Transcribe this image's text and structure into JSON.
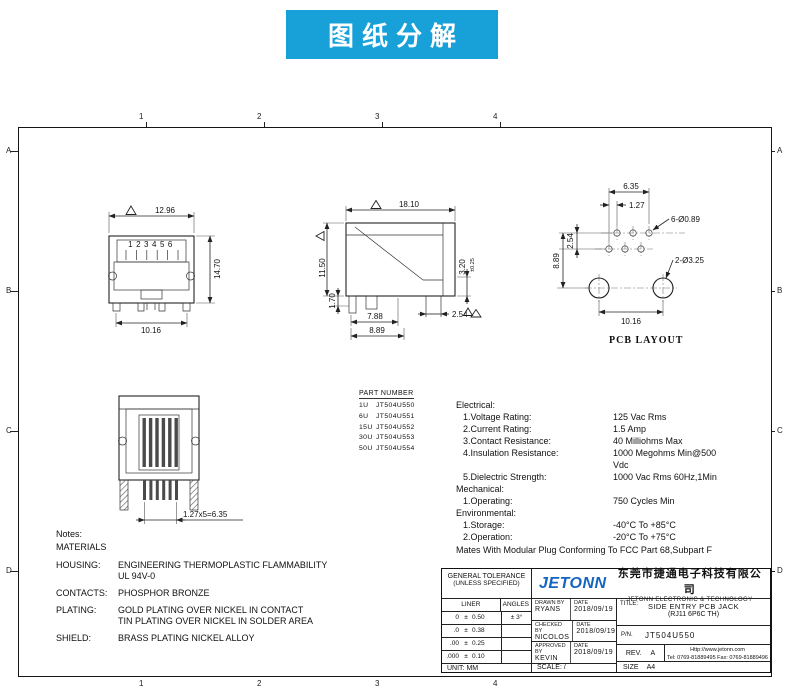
{
  "banner": {
    "title": "图纸分解",
    "bg": "#18a0d8"
  },
  "zones": {
    "cols": [
      "1",
      "2",
      "3",
      "4"
    ],
    "rows": [
      "A",
      "B",
      "C",
      "D"
    ]
  },
  "front_view": {
    "pin_numbers": "123456",
    "dim_width_top": "12.96",
    "dim_height": "14.70",
    "dim_width_bottom": "10.16"
  },
  "side_view": {
    "dim_width_top": "18.10",
    "dim_height_left": "11.50",
    "dim_right": "3.20",
    "dim_right_tol": "±0.25",
    "dim_leg": "1.70",
    "dim_span_a": "7.88",
    "dim_span_b": "2.54",
    "dim_span_c": "8.89"
  },
  "pcb_view": {
    "label": "PCB LAYOUT",
    "dim_span": "6.35",
    "dim_pitch": "1.27",
    "dim_row_gap": "2.54",
    "dim_height": "8.89",
    "dim_big_span": "10.16",
    "callout_small": "6-Ø0.89",
    "callout_big": "2-Ø3.25"
  },
  "bottom_view": {
    "dim_pitch_total": "1.27x5=6.35"
  },
  "part_table": {
    "header": "PART NUMBER",
    "rows": [
      {
        "plating": "1U",
        "pn": "JT504U550"
      },
      {
        "plating": "6U",
        "pn": "JT504U551"
      },
      {
        "plating": "15U",
        "pn": "JT504U552"
      },
      {
        "plating": "30U",
        "pn": "JT504U553"
      },
      {
        "plating": "50U",
        "pn": "JT504U554"
      }
    ]
  },
  "specs": {
    "electrical_title": "Electrical:",
    "electrical": [
      {
        "label": "1.Voltage Rating:",
        "value": "125 Vac Rms"
      },
      {
        "label": "2.Current Rating:",
        "value": "1.5 Amp"
      },
      {
        "label": "3.Contact Resistance:",
        "value": "40 Milliohms Max"
      },
      {
        "label": "4.Insulation Resistance:",
        "value": "1000 Megohms Min@500 Vdc"
      },
      {
        "label": "5.Dielectric Strength:",
        "value": "1000 Vac Rms 60Hz,1Min"
      }
    ],
    "mechanical_title": "Mechanical:",
    "mechanical": [
      {
        "label": "1.Operating:",
        "value": "750 Cycles Min"
      }
    ],
    "environmental_title": "Environmental:",
    "environmental": [
      {
        "label": "1.Storage:",
        "value": "-40°C To +85°C"
      },
      {
        "label": "2.Operation:",
        "value": "-20°C To +75°C"
      }
    ],
    "mates_note": "Mates With Modular Plug Conforming To FCC Part 68,Subpart F"
  },
  "notes": {
    "title": "Notes:",
    "materials_title": "MATERIALS",
    "items": [
      {
        "label": "HOUSING:",
        "line1": "ENGINEERING THERMOPLASTIC FLAMMABILITY",
        "line2": "UL 94V-0"
      },
      {
        "label": "CONTACTS:",
        "line1": "PHOSPHOR BRONZE",
        "line2": ""
      },
      {
        "label": "PLATING:",
        "line1": "GOLD PLATING OVER NICKEL IN CONTACT",
        "line2": "TIN PLATING OVER NICKEL IN SOLDER AREA"
      },
      {
        "label": "SHIELD:",
        "line1": "BRASS PLATING NICKEL ALLOY",
        "line2": ""
      }
    ]
  },
  "title_block": {
    "general_tolerance_line1": "GENERAL TOLERANCE",
    "general_tolerance_line2": "(UNLESS SPECIFIED)",
    "liner_header": "LINER",
    "angles_header": "ANGLES",
    "tolerances": [
      {
        "prefix": "0",
        "pm": "±",
        "value": "0.50",
        "angle": "± 3°"
      },
      {
        "prefix": ".0",
        "pm": "±",
        "value": "0.38",
        "angle": ""
      },
      {
        "prefix": ".00",
        "pm": "±",
        "value": "0.25",
        "angle": ""
      },
      {
        "prefix": ".000",
        "pm": "±",
        "value": "0.10",
        "angle": ""
      }
    ],
    "unit_text": "UNIT: MM",
    "scale_text": "SCALE: /",
    "size_label": "SIZE",
    "size_value": "A4",
    "people": [
      {
        "role": "DRAWN BY",
        "name": "RYANS",
        "date_label": "DATE",
        "date": "2018/09/19"
      },
      {
        "role": "CHECKED BY",
        "name": "NICOLOS",
        "date_label": "DATE",
        "date": "2018/09/19"
      },
      {
        "role": "APPROVED BY",
        "name": "KEVIN",
        "date_label": "DATE",
        "date": "2018/09/19"
      }
    ],
    "title_label": "TITLE:",
    "title_line1": "SIDE ENTRY PCB JACK",
    "title_line2": "(RJ11 6P6C TH)",
    "pn_label": "P/N.",
    "pn_value": "JT504U550",
    "rev_label": "REV.",
    "rev_value": "A",
    "website": "Http://www.jetonn.com",
    "tel_fax": "Tel: 0769-81889495  Fax: 0769-81889496",
    "logo_text": "JETONN",
    "company_cn": "东莞市捷通电子科技有限公司",
    "company_en": "JETONN ELECTRONIC & TECHNOLOGY"
  }
}
